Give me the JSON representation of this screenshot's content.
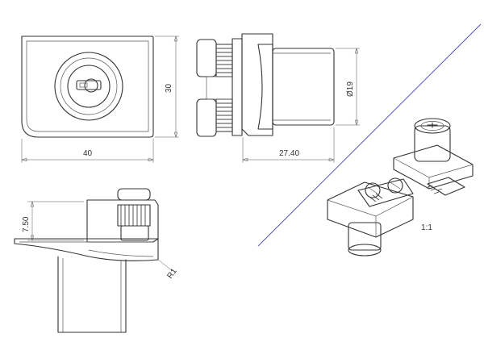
{
  "colors": {
    "line": "#333333",
    "diagonal": "#5555bb",
    "paper": "#ffffff"
  },
  "dimensions": {
    "front_width": "40",
    "front_height": "30",
    "side_length": "27.40",
    "barrel_diameter": "Ø19",
    "bottom_offset": "7.50",
    "bottom_radius": "R1"
  },
  "iso_scale": "1:1"
}
